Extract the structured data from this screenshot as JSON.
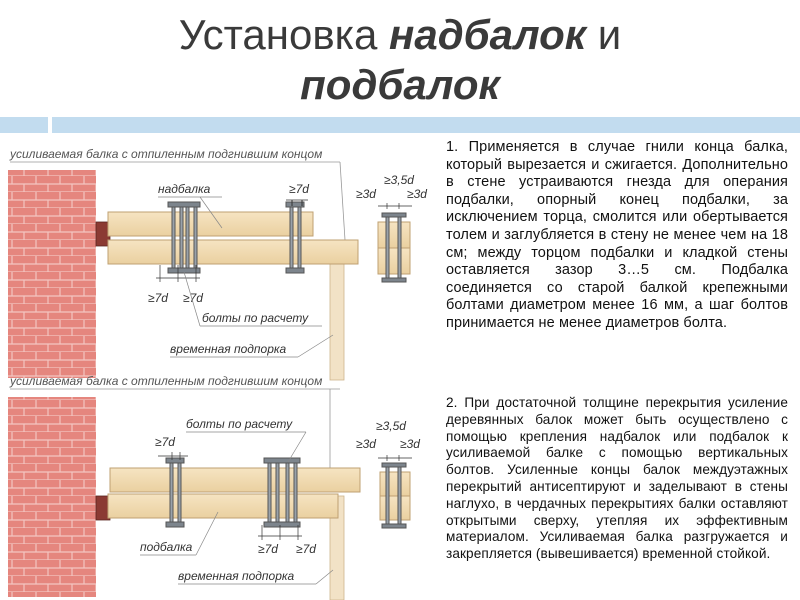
{
  "title": {
    "part1": "Установка ",
    "part2": "надбалок",
    "part3": " и",
    "part4": "подбалок"
  },
  "paragraphs": {
    "p1": "1. Применяется в случае гнили конца балка, который вырезается и сжигается. Дополнительно в стене устраиваются гнезда для операния подбалки, опорный конец подбалки, за исключением торца, смолится или обертывается толем и заглубляется в стену не менее чем на 18 см; между торцом подбалки и кладкой стены оставляется зазор 3…5 см. Подбалка соединяется со старой балкой крепежными болтами диаметром менее 16 мм, а шаг болтов принимается не менее диаметров болта.",
    "p2": "2. При достаточной толщине перекрытия усиление деревянных балок может быть осуществлено с помощью крепления надбалок или подбалок к усиливаемой балке с помощью вертикальных болтов. Усиленные концы балок междуэтажных перекрытий антисептируют и заделывают в стены наглухо, в чердачных перекрытиях балки оставляют открытыми сверху, утепляя их эффективным материалом. Усиливаемая балка разгружается и закрепляется (вывешивается) временной стойкой."
  },
  "diagram1": {
    "heading": "усиливаемая балка с отпиленным подгнившим концом",
    "label_beam": "надбалка",
    "label_bolts": "болты по расчету",
    "label_support": "временная подпорка",
    "dim_7d_top": "≥7d",
    "dim_7d_a": "≥7d",
    "dim_7d_b": "≥7d",
    "dim_35d": "≥3,5d",
    "dim_3d_a": "≥3d",
    "dim_3d_b": "≥3d"
  },
  "diagram2": {
    "heading": "усиливаемая балка с отпиленным подгнившим концом",
    "label_bolts": "болты по расчету",
    "label_beam": "подбалка",
    "label_support": "временная подпорка",
    "dim_7d_top": "≥7d",
    "dim_7d_a": "≥7d",
    "dim_7d_b": "≥7d",
    "dim_35d": "≥3,5d",
    "dim_3d_a": "≥3d",
    "dim_3d_b": "≥3d"
  },
  "colors": {
    "brick": "#e5867e",
    "brick_mortar": "#f3c6c1",
    "wood": "#f4deb6",
    "wood_dark": "#e3c38e",
    "accent_bar": "#c2dcef"
  }
}
